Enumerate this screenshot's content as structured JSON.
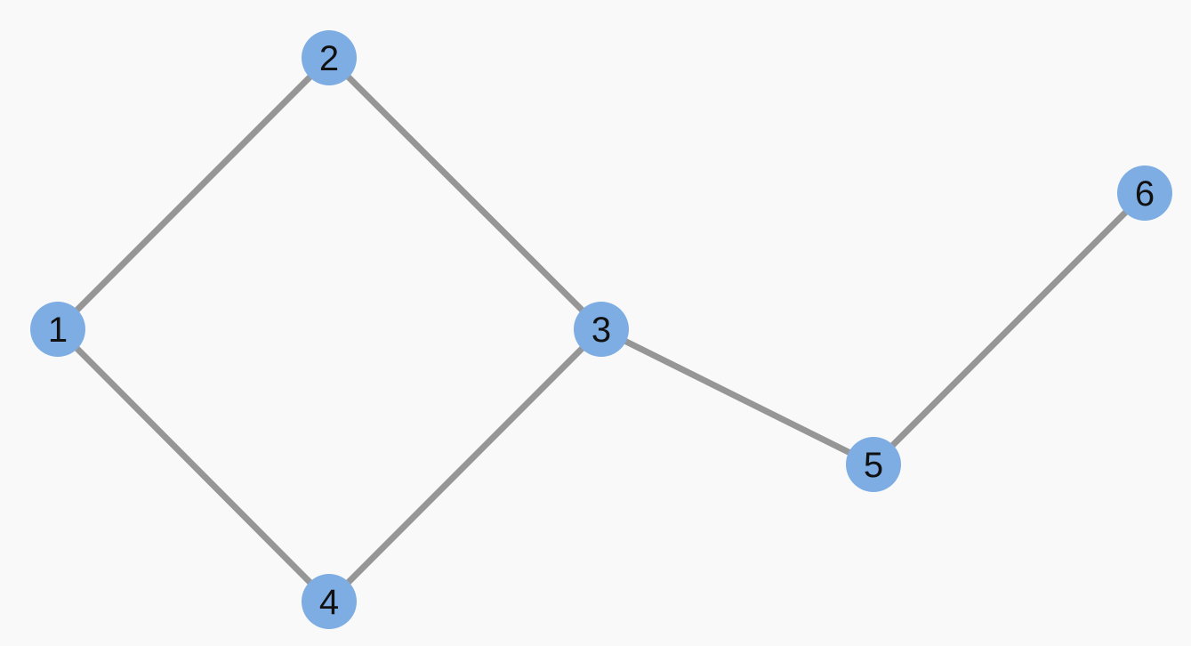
{
  "diagram": {
    "type": "undirected-graph",
    "colors": {
      "background": "#f9f9fa",
      "node_fill": "#7eade3",
      "edge": "#969696",
      "label": "#111111"
    },
    "nodes": [
      {
        "id": "1",
        "label": "1"
      },
      {
        "id": "2",
        "label": "2"
      },
      {
        "id": "3",
        "label": "3"
      },
      {
        "id": "4",
        "label": "4"
      },
      {
        "id": "5",
        "label": "5"
      },
      {
        "id": "6",
        "label": "6"
      }
    ],
    "edges": [
      {
        "source": "1",
        "target": "2"
      },
      {
        "source": "2",
        "target": "3"
      },
      {
        "source": "1",
        "target": "4"
      },
      {
        "source": "4",
        "target": "3"
      },
      {
        "source": "3",
        "target": "5"
      },
      {
        "source": "5",
        "target": "6"
      }
    ]
  }
}
